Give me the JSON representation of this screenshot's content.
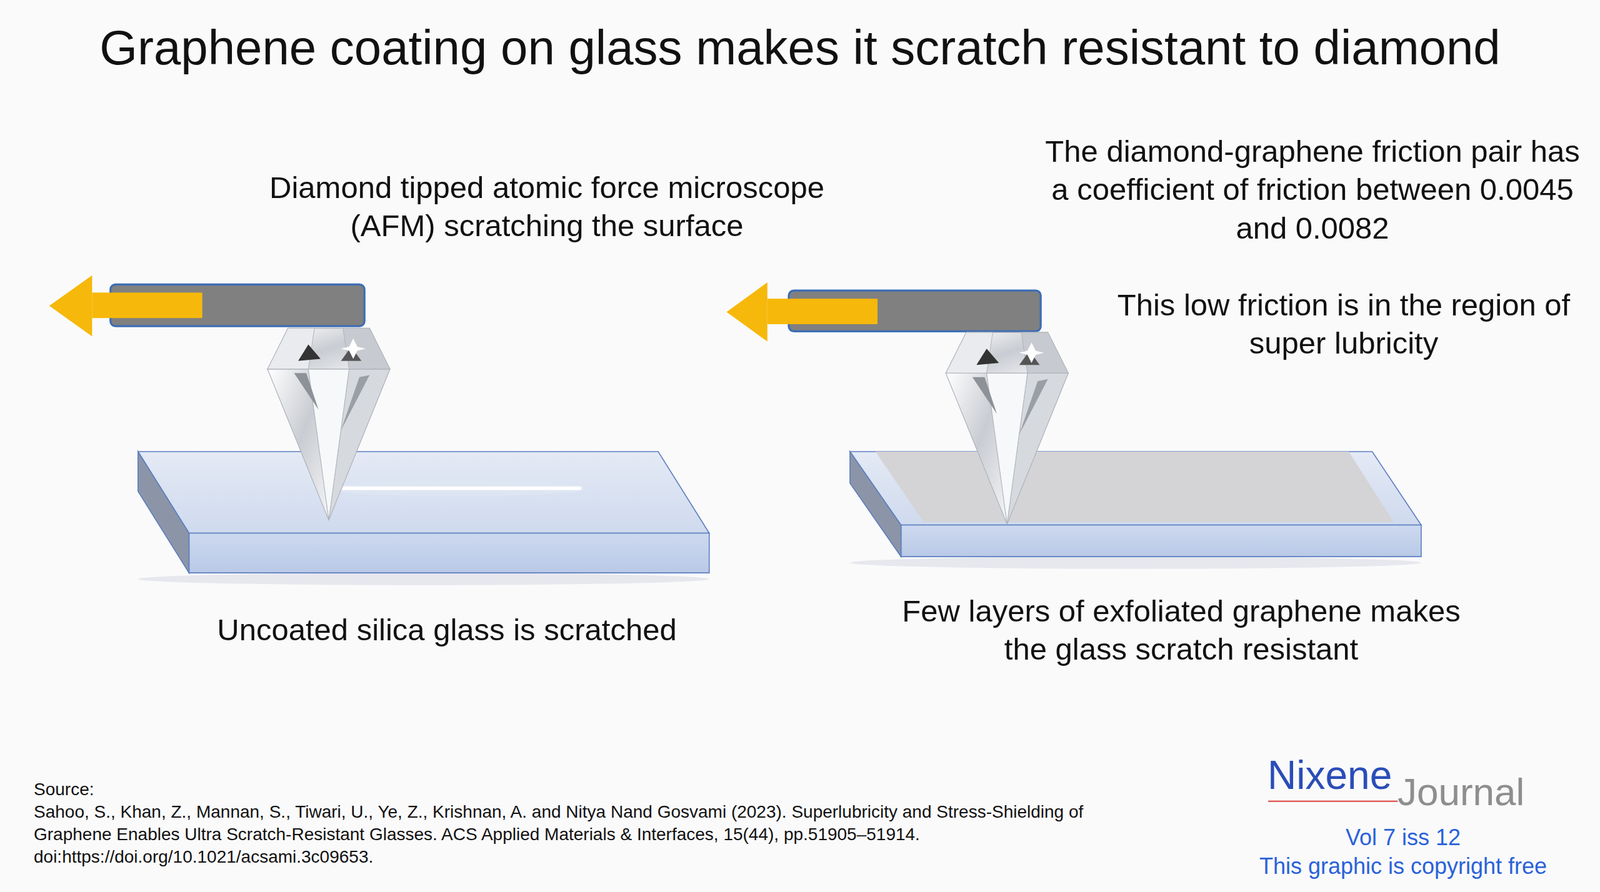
{
  "diagram": {
    "title": "Graphene coating on glass makes it scratch resistant to diamond",
    "labels": [
      "Diamond tipped atomic force microscope (AFM) scratching the surface",
      "The diamond-graphene friction pair has a coefficient of friction between 0.0045 and 0.0082",
      "This low friction is in the region of super lubricity",
      "Uncoated silica glass is scratched",
      "Few layers of exfoliated graphene makes the glass scratch resistant",
      "Source:",
      "Sahoo, S., Khan, Z., Mannan, S., Tiwari, U., Ye, Z., Krishnan, A. and Nitya Nand Gosvami (2023). Superlubricity and Stress-Shielding of Graphene Enables Ultra Scratch-Resistant Glasses. ACS Applied Materials & Interfaces, 15(44), pp.51905–51914. doi:https://doi.org/10.1021/acsami.3c09653.",
      "Nixene",
      "Journal",
      "Vol 7 iss 12",
      "This graphic is copyright free"
    ]
  }
}
